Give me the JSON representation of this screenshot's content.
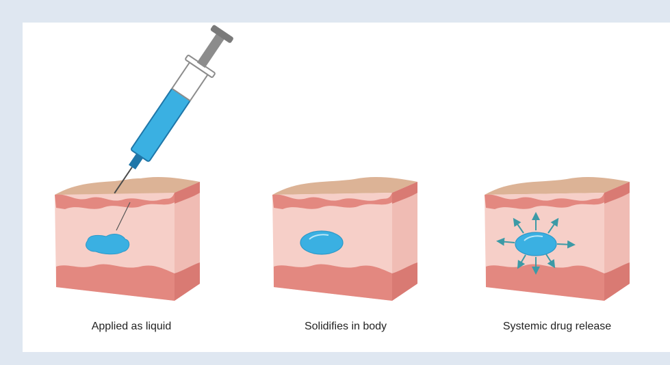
{
  "panels": [
    {
      "caption": "Applied as liquid"
    },
    {
      "caption": "Solidifies in body"
    },
    {
      "caption": "Systemic drug release"
    }
  ],
  "colors": {
    "background": "#dfe7f1",
    "card": "#ffffff",
    "skin_top": "#dcb396",
    "skin_front": "#f6cfc8",
    "skin_side": "#f0bcb4",
    "dermis_band": "#e38880",
    "gel": "#3ab0e2",
    "arrow": "#3c9aa6",
    "syringe_plunger": "#8c8c8c",
    "syringe_liquid": "#3ab0e2"
  },
  "icons": [
    "syringe-icon",
    "skin-block-icon",
    "gel-depot-icon",
    "release-arrow-icon"
  ]
}
